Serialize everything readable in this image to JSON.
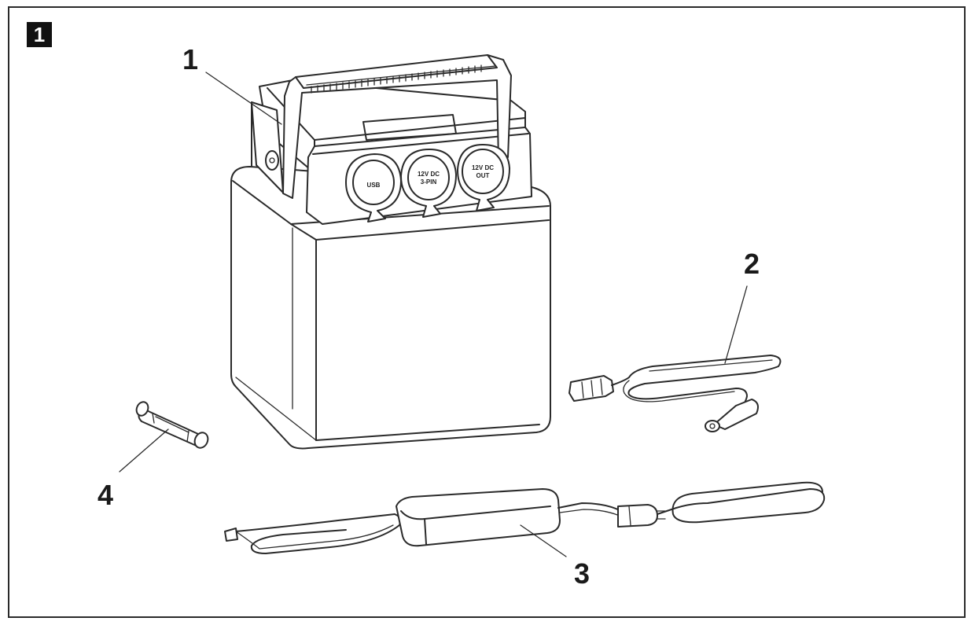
{
  "figure": {
    "number": "1",
    "callouts": {
      "c1": "1",
      "c2": "2",
      "c3": "3",
      "c4": "4"
    },
    "sockets": {
      "s1": "USB",
      "s2a": "12V DC",
      "s2b": "3-PIN",
      "s3a": "12V DC",
      "s3b": "OUT"
    }
  }
}
